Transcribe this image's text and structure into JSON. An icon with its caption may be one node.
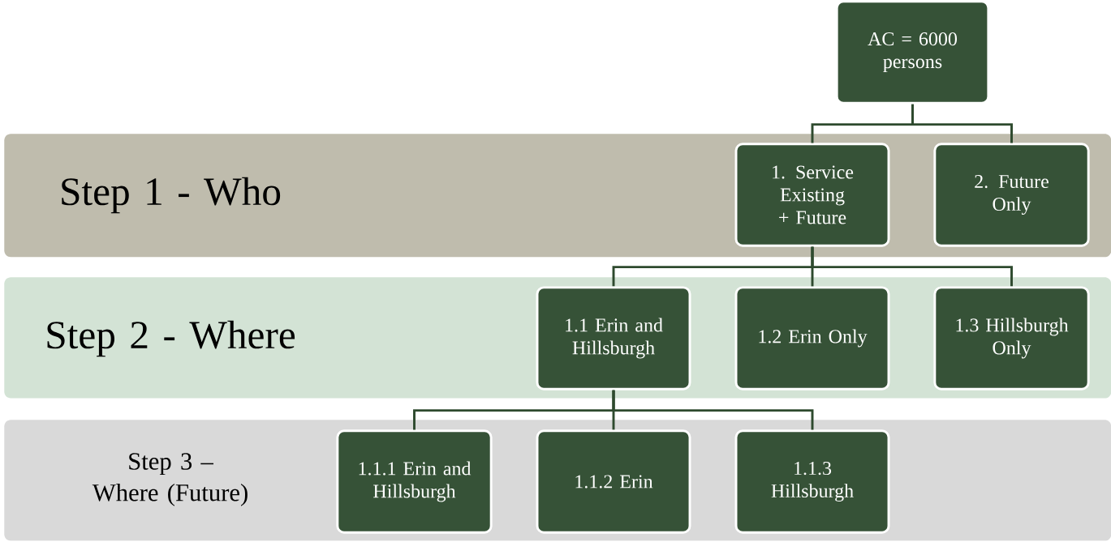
{
  "diagram": {
    "nodes": [
      {
        "text": [
          "AC = 6000 persons"
        ]
      },
      {
        "text": [
          "Step 1 - Who"
        ]
      },
      {
        "text": [
          "1. Service Existing + Future"
        ],
        "in": 1
      },
      {
        "text": [
          "2. Future Only"
        ],
        "in": 1
      },
      {
        "text": [
          "Step 2 - Where"
        ]
      },
      {
        "text": [
          "1.1 Erin and Hillsburgh"
        ],
        "in": 4
      },
      {
        "text": [
          "1.2 Erin Only"
        ],
        "in": 4
      },
      {
        "text": [
          "1.3 Hillsburgh Only"
        ],
        "in": 4
      },
      {
        "text": [
          "Step 3 – Where (Future)"
        ]
      },
      {
        "text": [
          "1.1.1 Erin and Hillsburgh"
        ],
        "in": 8
      },
      {
        "text": [
          "1.1.2 Erin"
        ],
        "in": 8
      },
      {
        "text": [
          "1.1.3 Hillsburgh"
        ],
        "in": 8
      }
    ],
    "edges": [
      {
        "from": 0,
        "to": 2,
        "arrow": "none"
      },
      {
        "from": 0,
        "to": 3,
        "arrow": "none"
      },
      {
        "from": 2,
        "to": 5,
        "arrow": "none"
      },
      {
        "from": 2,
        "to": 6,
        "arrow": "none"
      },
      {
        "from": 2,
        "to": 7,
        "arrow": "none"
      },
      {
        "from": 5,
        "to": 9,
        "arrow": "none"
      },
      {
        "from": 5,
        "to": 10,
        "arrow": "none"
      },
      {
        "from": 5,
        "to": 11,
        "arrow": "none"
      }
    ]
  }
}
